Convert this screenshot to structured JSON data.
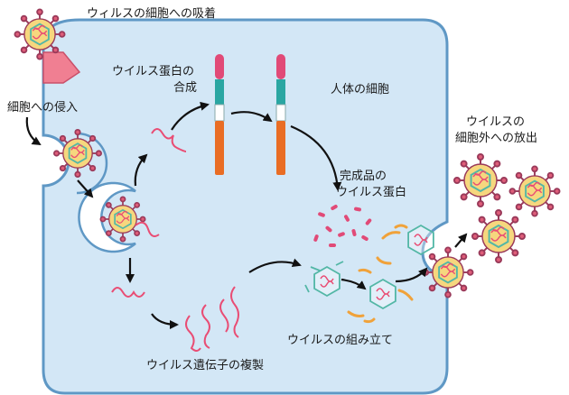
{
  "labels": {
    "adsorption": "ウィルスの細胞への吸着",
    "invasion": "細胞への侵入",
    "protein_synthesis_1": "ウイルス蛋白の",
    "protein_synthesis_2": "合成",
    "human_cell": "人体の細胞",
    "release_1": "ウイルスの",
    "release_2": "細胞外への放出",
    "finished_protein_1": "完成品の",
    "finished_protein_2": "ウイルス蛋白",
    "assembly": "ウイルスの組み立て",
    "replication": "ウイルス遺伝子の複製"
  },
  "colors": {
    "cell_fill": "#d3e7f6",
    "cell_stroke": "#5f98c5",
    "virus_body": "#f6d77e",
    "virus_outline": "#9a3a5a",
    "virus_spike": "#df5d79",
    "virus_capsid": "#53b7a6",
    "rna": "#e94d74",
    "receptor": "#f07f92",
    "protein_orange": "#e96d24",
    "protein_teal": "#2aa6a2",
    "protein_pink": "#e14a77",
    "arrow": "#111111"
  }
}
